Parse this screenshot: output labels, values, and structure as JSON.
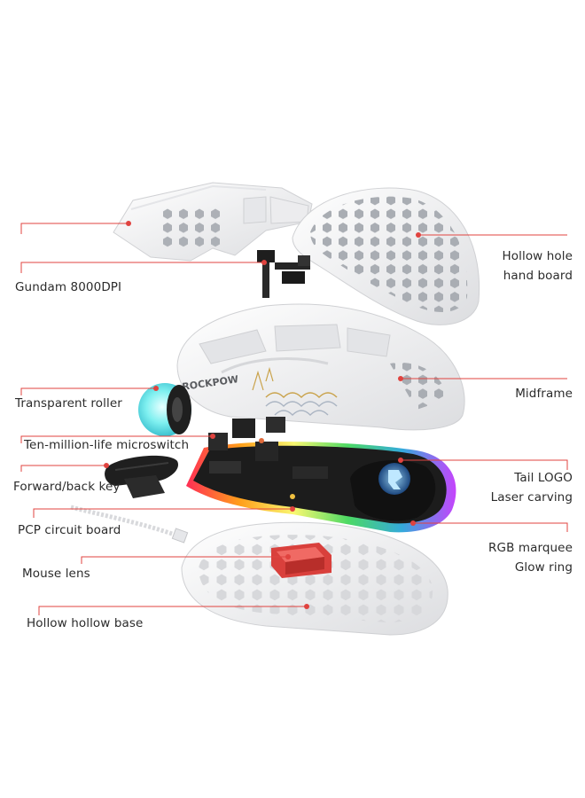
{
  "diagram": {
    "brand": "ROCKPOW",
    "colors": {
      "leader": "#e0433f",
      "shell": "#f3f3f3",
      "hole": "#a9adb3",
      "pcb": "#1c1c1c",
      "lens": "#d9403c",
      "roller": "#7ff0f0"
    },
    "labels": {
      "gundam": "Gundam 8000DPI",
      "hollow_hand_board_1": "Hollow hole",
      "hollow_hand_board_2": "hand board",
      "midframe": "Midframe",
      "transparent_roller": "Transparent roller",
      "microswitch": "Ten-million-life microswitch",
      "tail_logo_1": "Tail LOGO",
      "tail_logo_2": "Laser carving",
      "forward_back_key": "Forward/back key",
      "pcp_board": "PCP circuit board",
      "rgb_1": "RGB marquee",
      "rgb_2": "Glow ring",
      "mouse_lens": "Mouse lens",
      "hollow_base": "Hollow hollow base"
    }
  }
}
